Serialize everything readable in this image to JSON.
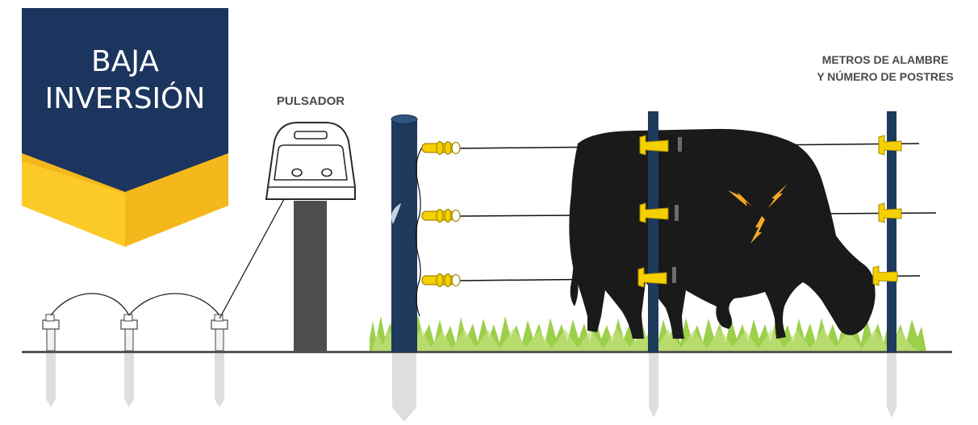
{
  "banner": {
    "line1": "BAJA",
    "line2": "INVERSIÓN",
    "navy": "#1c355e",
    "yellow": "#f7c31d"
  },
  "labels": {
    "pulsador": "PULSADOR",
    "metros_line1": "METROS DE ALAMBRE",
    "metros_line2": "Y NÚMERO DE POSTRES"
  },
  "colors": {
    "post_navy": "#1e3a5c",
    "insulator_yellow": "#f5d000",
    "grass_green": "#8dc63f",
    "ground_line": "#555555",
    "underground_gray": "#dcdcdc",
    "cow_black": "#1a1a1a",
    "shock_orange": "#f7a823",
    "energizer_stand": "#4d4d4d"
  },
  "icons": {
    "energizer": "electric-fence-energizer-icon",
    "cow": "cow-silhouette-icon",
    "shock": "electric-shock-bolt-icon",
    "ground_rod": "ground-rod-icon"
  }
}
